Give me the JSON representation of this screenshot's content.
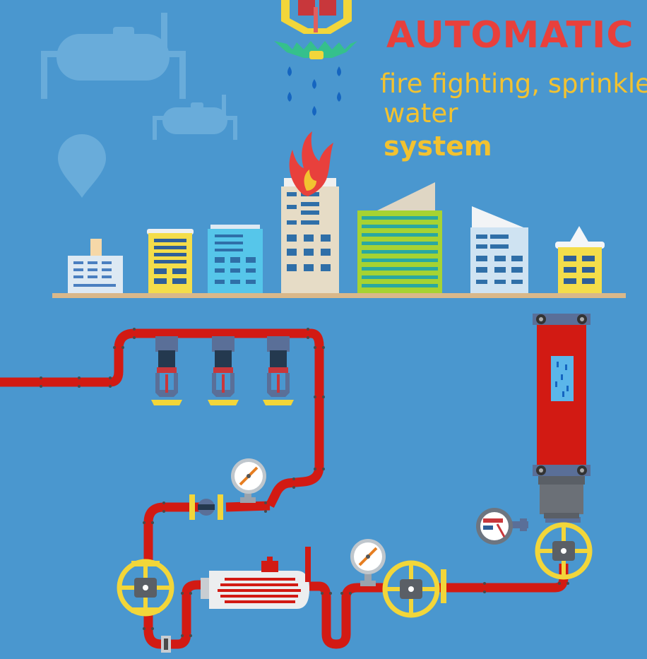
{
  "heading": {
    "line1": "AUTOMATIC",
    "line2": "fire fighting,  sprinkler",
    "line3": "water",
    "line4": "system"
  },
  "colors": {
    "background": "#4a97cf",
    "pipe": "#d21a13",
    "valve": "#f2d63a",
    "title_red": "#e8403c",
    "title_yellow": "#f2c230"
  }
}
